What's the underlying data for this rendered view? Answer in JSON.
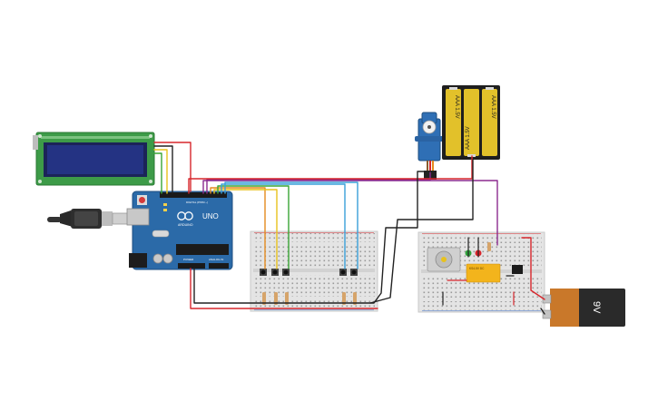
{
  "components": {
    "arduino": {
      "board_label": "UNO",
      "brand_label": "ARDUINO",
      "digital_label": "DIGITAL (PWM ~)",
      "power_label": "POWER",
      "analog_label": "ANALOG IN"
    },
    "battery_pack": {
      "cell_label": "AAA 1.5V"
    },
    "battery_9v": {
      "label": "9V"
    },
    "relay": {
      "label": "KS4-5V DC"
    }
  },
  "colors": {
    "wire_red": "#d7262c",
    "wire_black": "#222222",
    "wire_purple": "#8b2a8e",
    "wire_yellow": "#e8c21d",
    "wire_orange": "#e38a1e",
    "wire_green": "#3aa535",
    "wire_blue": "#3aa0d9",
    "arduino_blue": "#2b6aa8",
    "lcd_green": "#3d9b48",
    "lcd_screen": "#1f2d6e",
    "servo_blue": "#2f6fb5",
    "battery_yellow": "#e2c12a",
    "breadboard": "#e4e4e4"
  }
}
